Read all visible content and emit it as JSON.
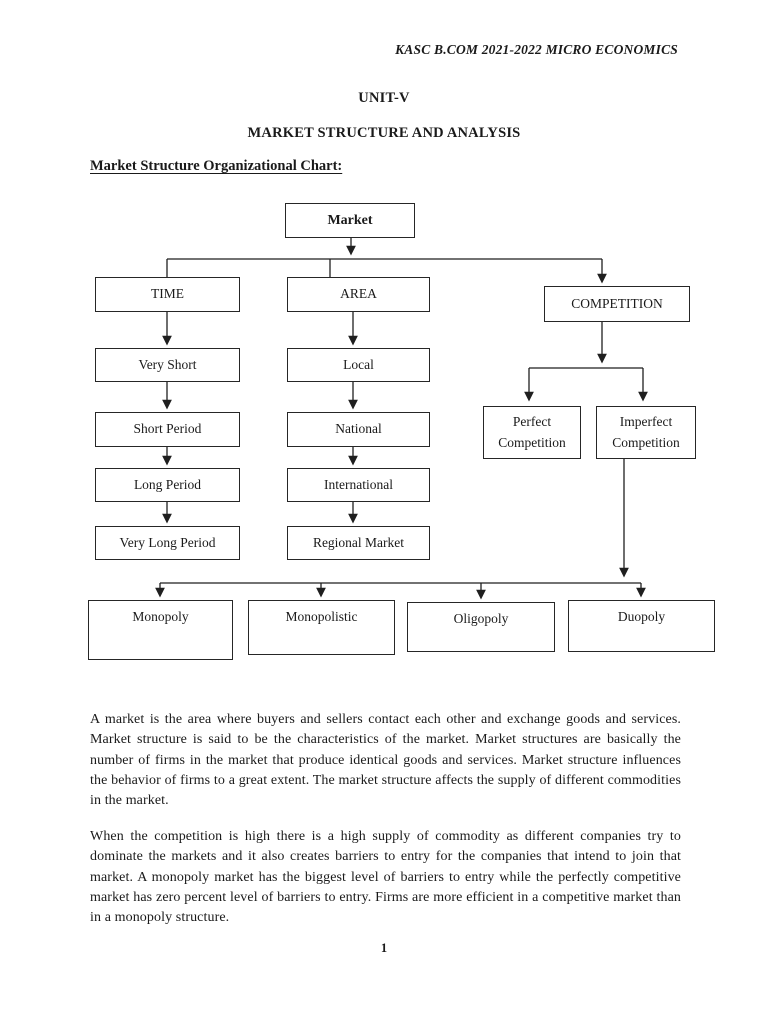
{
  "header": {
    "course_line": "KASC B.COM 2021-2022 MICRO ECONOMICS"
  },
  "titles": {
    "unit": "UNIT-V",
    "main": "MARKET STRUCTURE AND ANALYSIS",
    "chart_heading": "Market Structure Organizational Chart:"
  },
  "diagram": {
    "type": "organizational-chart",
    "nodes": {
      "market": "Market",
      "time": "TIME",
      "area": "AREA",
      "competition": "COMPETITION",
      "very_short": "Very Short",
      "short_period": "Short Period",
      "long_period": "Long Period",
      "very_long_period": "Very Long Period",
      "local": "Local",
      "national": "National",
      "international": "International",
      "regional_market": "Regional Market",
      "perfect_competition": "Perfect Competition",
      "imperfect_competition": "Imperfect Competition",
      "monopoly": "Monopoly",
      "monopolistic": "Monopolistic",
      "oligopoly": "Oligopoly",
      "duopoly": "Duopoly"
    },
    "structure": {
      "Market": [
        "TIME",
        "AREA",
        "COMPETITION"
      ],
      "TIME": [
        "Very Short",
        "Short Period",
        "Long Period",
        "Very Long Period"
      ],
      "AREA": [
        "Local",
        "National",
        "International",
        "Regional Market"
      ],
      "COMPETITION": [
        "Perfect Competition",
        "Imperfect Competition"
      ],
      "Imperfect Competition": [
        "Monopoly",
        "Monopolistic",
        "Oligopoly",
        "Duopoly"
      ]
    },
    "line_color": "#1f1f1f"
  },
  "paragraphs": [
    "A market is the area where buyers and sellers contact each other and exchange goods and services. Market structure is said to be the characteristics of the market. Market structures are basically the number of firms in the market that produce identical goods and services. Market structure influences the behavior of firms to a great extent. The market structure affects the supply of different commodities in the market.",
    "When the competition is high there is a high supply of commodity as different companies try to dominate the markets and it also creates barriers to entry for the companies that intend to join that market. A monopoly market has the biggest level of barriers to entry while the perfectly competitive market has zero percent level of barriers to entry. Firms are more efficient in a competitive market than in a monopoly structure."
  ],
  "footer": {
    "page_number": "1"
  }
}
